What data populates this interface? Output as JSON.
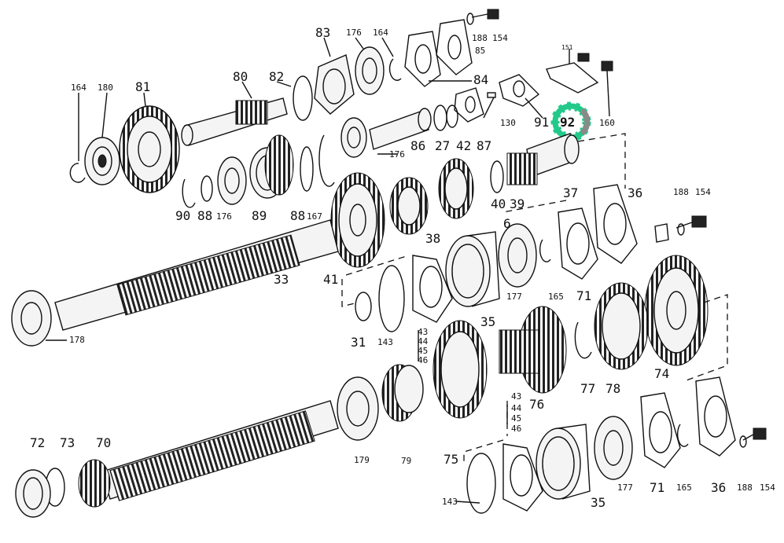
{
  "highlight": {
    "label": "92",
    "color": "#22c98a",
    "secondary_color": "#8a8a8a"
  },
  "labels": [
    {
      "id": "l164a",
      "text": "164",
      "size": "small"
    },
    {
      "id": "l180",
      "text": "180",
      "size": "small"
    },
    {
      "id": "l81",
      "text": "81",
      "size": "big"
    },
    {
      "id": "l80",
      "text": "80",
      "size": "big"
    },
    {
      "id": "l82",
      "text": "82",
      "size": "big"
    },
    {
      "id": "l83",
      "text": "83",
      "size": "big"
    },
    {
      "id": "l176a",
      "text": "176",
      "size": "small"
    },
    {
      "id": "l164b",
      "text": "164",
      "size": "small"
    },
    {
      "id": "l188a",
      "text": "188",
      "size": "small"
    },
    {
      "id": "l154a",
      "text": "154",
      "size": "small"
    },
    {
      "id": "l85",
      "text": "85",
      "size": "small"
    },
    {
      "id": "l84",
      "text": "84",
      "size": "big"
    },
    {
      "id": "l151",
      "text": "151",
      "size": "tiny"
    },
    {
      "id": "l130",
      "text": "130",
      "size": "small"
    },
    {
      "id": "l91",
      "text": "91",
      "size": "big"
    },
    {
      "id": "l160",
      "text": "160",
      "size": "small"
    },
    {
      "id": "l86",
      "text": "86",
      "size": "big"
    },
    {
      "id": "l27",
      "text": "27",
      "size": "big"
    },
    {
      "id": "l42",
      "text": "42",
      "size": "big"
    },
    {
      "id": "l87",
      "text": "87",
      "size": "big"
    },
    {
      "id": "l176b",
      "text": "176",
      "size": "small"
    },
    {
      "id": "l90",
      "text": "90",
      "size": "big"
    },
    {
      "id": "l88a",
      "text": "88",
      "size": "big"
    },
    {
      "id": "l176c",
      "text": "176",
      "size": "small"
    },
    {
      "id": "l89",
      "text": "89",
      "size": "big"
    },
    {
      "id": "l88b",
      "text": "88",
      "size": "big"
    },
    {
      "id": "l167",
      "text": "167",
      "size": "small"
    },
    {
      "id": "l37",
      "text": "37",
      "size": "big"
    },
    {
      "id": "l36a",
      "text": "36",
      "size": "big"
    },
    {
      "id": "l188b",
      "text": "188",
      "size": "small"
    },
    {
      "id": "l154b",
      "text": "154",
      "size": "small"
    },
    {
      "id": "l40",
      "text": "40",
      "size": "big"
    },
    {
      "id": "l39",
      "text": "39",
      "size": "big"
    },
    {
      "id": "l6",
      "text": "6",
      "size": "big"
    },
    {
      "id": "l38",
      "text": "38",
      "size": "big"
    },
    {
      "id": "l33",
      "text": "33",
      "size": "big"
    },
    {
      "id": "l41",
      "text": "41",
      "size": "big"
    },
    {
      "id": "l177a",
      "text": "177",
      "size": "small"
    },
    {
      "id": "l165a",
      "text": "165",
      "size": "small"
    },
    {
      "id": "l71a",
      "text": "71",
      "size": "big"
    },
    {
      "id": "l35a",
      "text": "35",
      "size": "big"
    },
    {
      "id": "l178",
      "text": "178",
      "size": "small"
    },
    {
      "id": "l31",
      "text": "31",
      "size": "big"
    },
    {
      "id": "l143a",
      "text": "143",
      "size": "small"
    },
    {
      "id": "l43a",
      "text": "43",
      "size": "small"
    },
    {
      "id": "l44a",
      "text": "44",
      "size": "small"
    },
    {
      "id": "l45a",
      "text": "45",
      "size": "small"
    },
    {
      "id": "l46a",
      "text": "46",
      "size": "small"
    },
    {
      "id": "l74",
      "text": "74",
      "size": "big"
    },
    {
      "id": "l77",
      "text": "77",
      "size": "big"
    },
    {
      "id": "l78",
      "text": "78",
      "size": "big"
    },
    {
      "id": "l76",
      "text": "76",
      "size": "big"
    },
    {
      "id": "l43b",
      "text": "43",
      "size": "small"
    },
    {
      "id": "l44b",
      "text": "44",
      "size": "small"
    },
    {
      "id": "l45b",
      "text": "45",
      "size": "small"
    },
    {
      "id": "l46b",
      "text": "46",
      "size": "small"
    },
    {
      "id": "l72",
      "text": "72",
      "size": "big"
    },
    {
      "id": "l73",
      "text": "73",
      "size": "big"
    },
    {
      "id": "l70",
      "text": "70",
      "size": "big"
    },
    {
      "id": "l179",
      "text": "179",
      "size": "small"
    },
    {
      "id": "l79",
      "text": "79",
      "size": "small"
    },
    {
      "id": "l75",
      "text": "75",
      "size": "big"
    },
    {
      "id": "l143b",
      "text": "143",
      "size": "small"
    },
    {
      "id": "l35b",
      "text": "35",
      "size": "big"
    },
    {
      "id": "l177b",
      "text": "177",
      "size": "small"
    },
    {
      "id": "l71b",
      "text": "71",
      "size": "big"
    },
    {
      "id": "l165b",
      "text": "165",
      "size": "small"
    },
    {
      "id": "l36b",
      "text": "36",
      "size": "big"
    },
    {
      "id": "l188c",
      "text": "188",
      "size": "small"
    },
    {
      "id": "l154c",
      "text": "154",
      "size": "small"
    }
  ]
}
